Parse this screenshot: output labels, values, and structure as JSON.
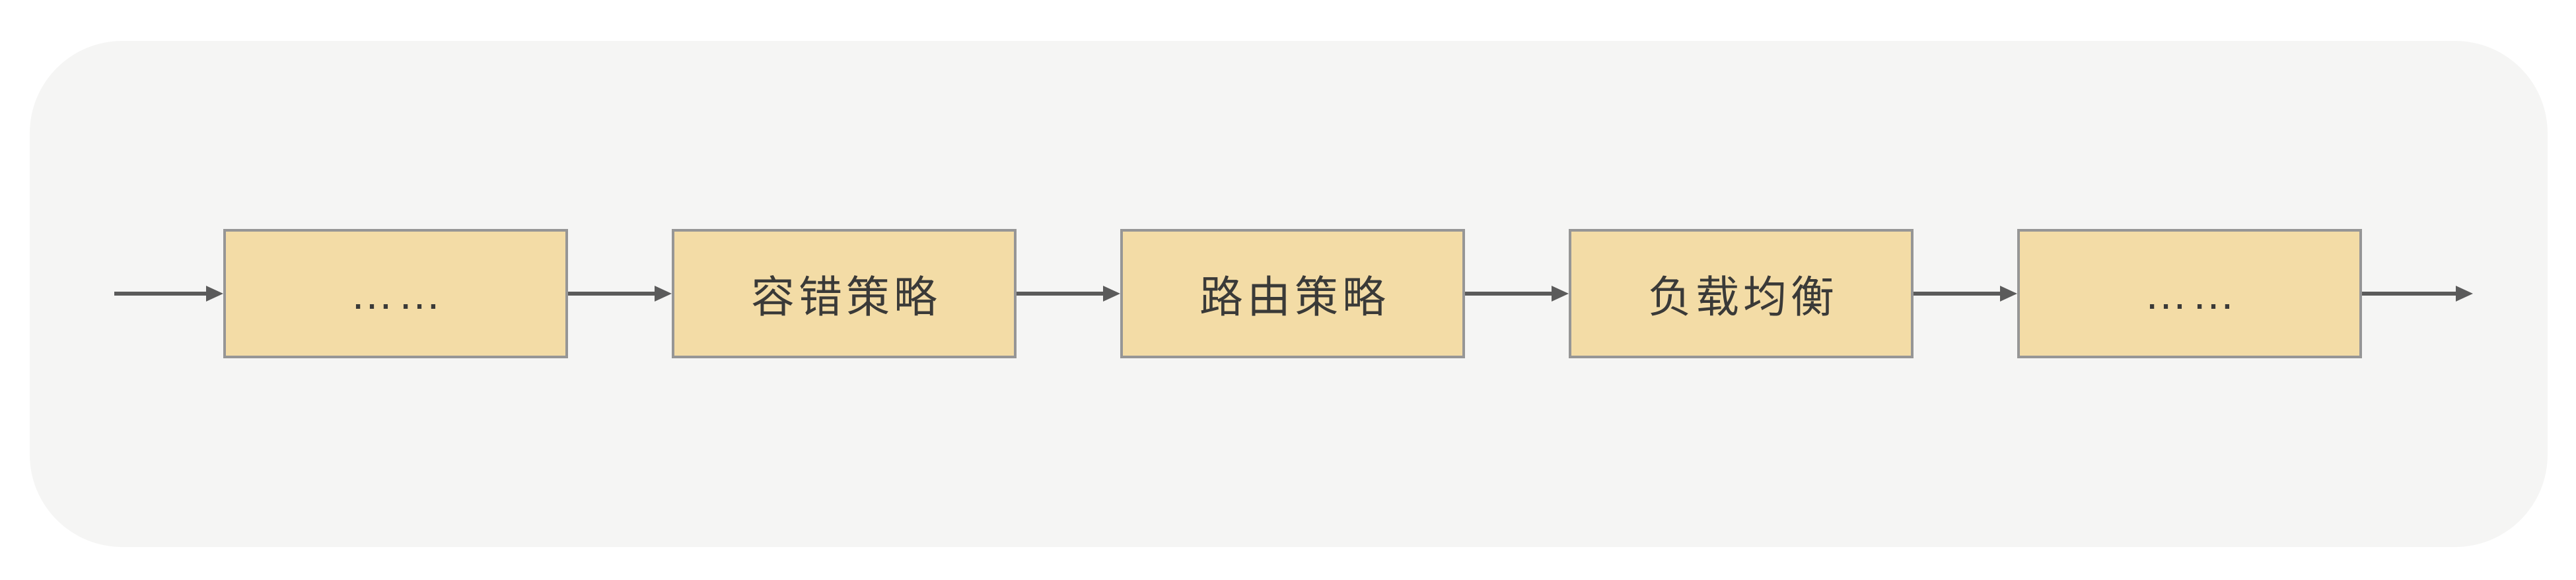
{
  "diagram": {
    "type": "flowchart",
    "direction": "left-to-right",
    "title": "",
    "nodes": [
      {
        "id": "n1",
        "label": "……"
      },
      {
        "id": "n2",
        "label": "容错策略"
      },
      {
        "id": "n3",
        "label": "路由策略"
      },
      {
        "id": "n4",
        "label": "负载均衡"
      },
      {
        "id": "n5",
        "label": "……"
      }
    ],
    "edges": [
      {
        "from": "start",
        "to": "n1",
        "style": "arrow"
      },
      {
        "from": "n1",
        "to": "n2",
        "style": "arrow"
      },
      {
        "from": "n2",
        "to": "n3",
        "style": "arrow"
      },
      {
        "from": "n3",
        "to": "n4",
        "style": "arrow"
      },
      {
        "from": "n4",
        "to": "n5",
        "style": "arrow"
      },
      {
        "from": "n5",
        "to": "end",
        "style": "arrow"
      }
    ],
    "colors": {
      "page": "#ffffff",
      "canvas": "#f5f5f4",
      "node_fill": "#f3dca6",
      "node_border": "#969696",
      "arrow": "#5b5b5b",
      "text": "#3a3a38"
    }
  }
}
